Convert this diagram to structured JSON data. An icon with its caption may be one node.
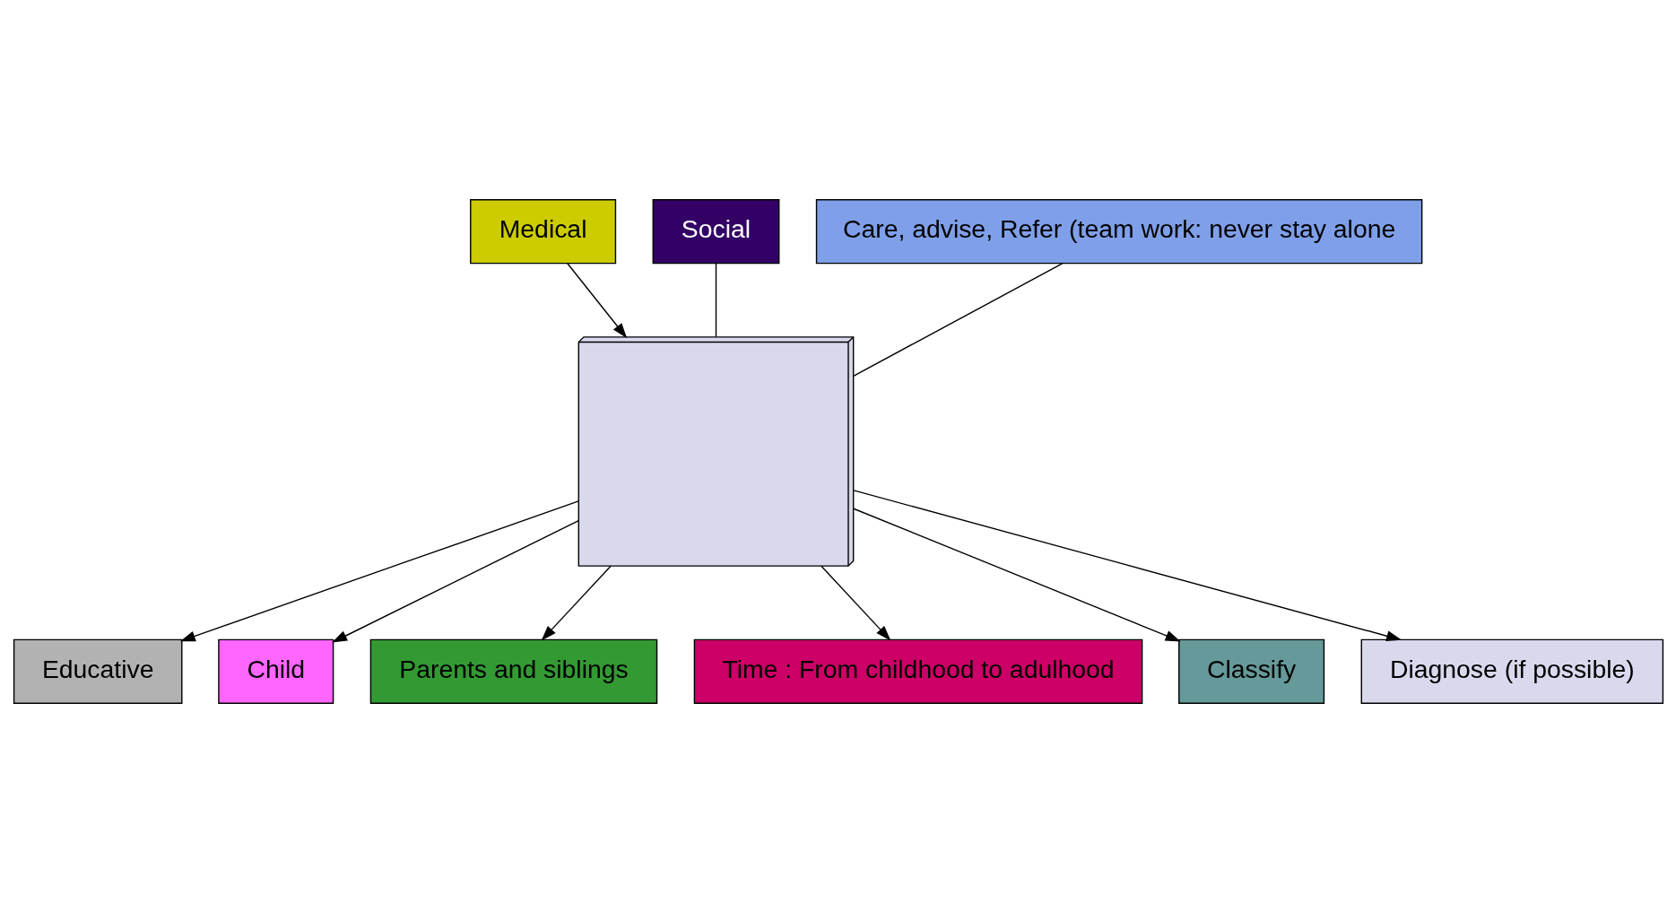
{
  "diagram": {
    "nodes": [
      {
        "text": [
          "Medical"
        ]
      },
      {
        "text": [
          "Educative"
        ]
      },
      {
        "text": [
          "Social"
        ]
      },
      {
        "text": [
          "Child"
        ]
      },
      {
        "text": [
          "Parents and siblings"
        ]
      },
      {
        "text": [
          "Time : From childhood to adulhood"
        ]
      },
      {
        "text": [
          "Classify"
        ]
      },
      {
        "text": [
          "Diagnose (if possible)"
        ]
      },
      {
        "text": [
          "Care, advise, Refer (team work: never stay alone"
        ]
      },
      {
        "text": [],
        "shape": "cube"
      }
    ],
    "edges": [
      {
        "from": 0,
        "to": 9,
        "arrow": "to"
      },
      {
        "from": 9,
        "to": 1,
        "arrow": "to"
      },
      {
        "from": 2,
        "to": 9,
        "arrow": "none"
      },
      {
        "from": 9,
        "to": 3,
        "arrow": "to"
      },
      {
        "from": 9,
        "to": 4,
        "arrow": "to"
      },
      {
        "from": 9,
        "to": 5,
        "arrow": "to"
      },
      {
        "from": 9,
        "to": 6,
        "arrow": "to"
      },
      {
        "from": 9,
        "to": 7,
        "arrow": "to"
      },
      {
        "from": 8,
        "to": 9,
        "arrow": "none"
      }
    ]
  }
}
